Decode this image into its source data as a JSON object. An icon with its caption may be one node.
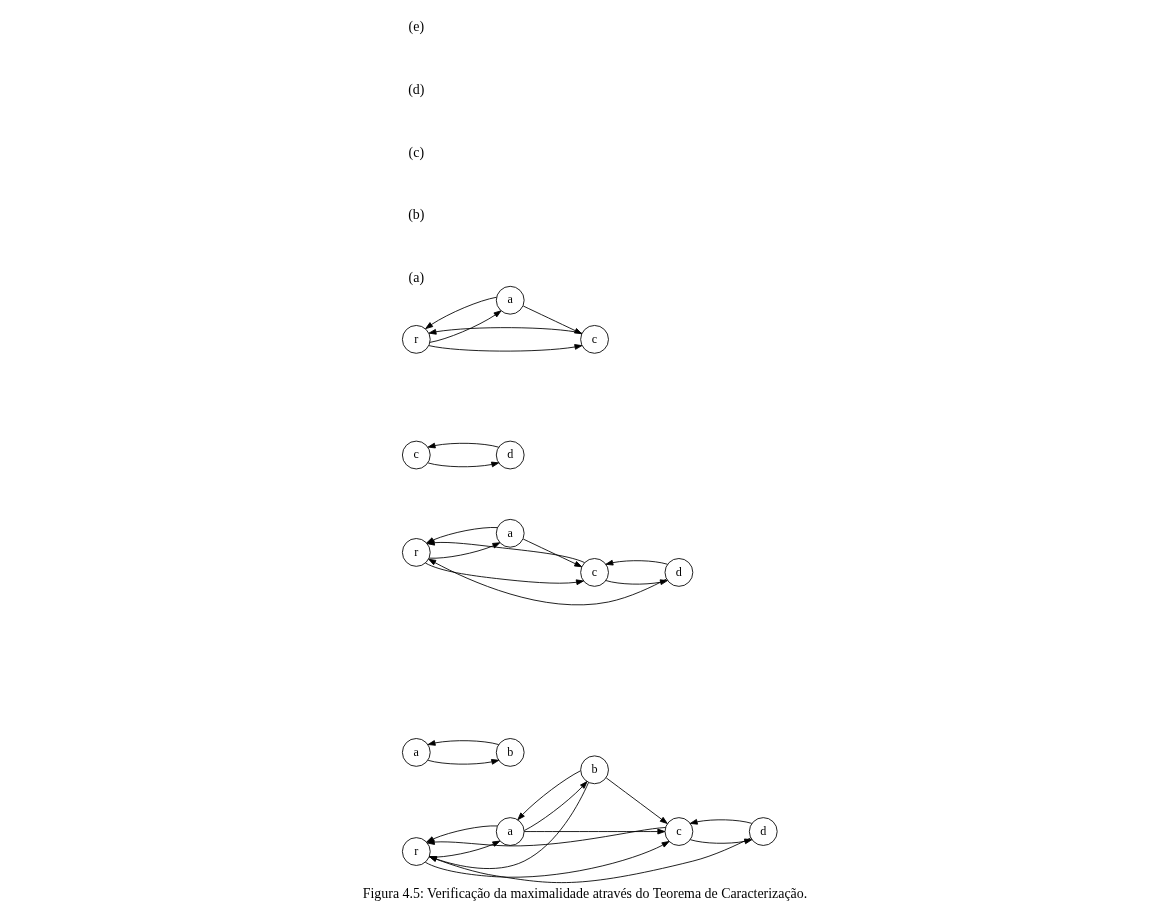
{
  "diagram": {
    "caption": "Figura 4.5: Verificação da maximalidade através do Teorema de Caracterização.",
    "nodes": [
      {
        "text": [
          "r"
        ]
      },
      {
        "text": [
          "a"
        ]
      },
      {
        "text": [
          "b"
        ]
      },
      {
        "text": [
          "c"
        ]
      },
      {
        "text": [
          "d"
        ]
      },
      {
        "text": [
          "a"
        ]
      },
      {
        "text": [
          "b"
        ]
      },
      {
        "text": [
          "r"
        ]
      },
      {
        "text": [
          "a"
        ]
      },
      {
        "text": [
          "c"
        ]
      },
      {
        "text": [
          "d"
        ]
      },
      {
        "text": [
          "c"
        ]
      },
      {
        "text": [
          "d"
        ]
      },
      {
        "text": [
          "r"
        ]
      },
      {
        "text": [
          "a"
        ]
      },
      {
        "text": [
          "c"
        ]
      }
    ],
    "edges": [
      {
        "from": 0,
        "to": 1,
        "arrow": "to"
      },
      {
        "from": 1,
        "to": 2,
        "arrow": "to"
      },
      {
        "from": 2,
        "to": 3,
        "arrow": "to"
      },
      {
        "from": 3,
        "to": 4,
        "arrow": "to"
      },
      {
        "from": 0,
        "to": 3,
        "arrow": "to"
      },
      {
        "from": 1,
        "to": 3,
        "arrow": "to"
      },
      {
        "from": 1,
        "to": 0,
        "arrow": "to"
      },
      {
        "from": 2,
        "to": 1,
        "arrow": "to"
      },
      {
        "from": 2,
        "to": 0,
        "arrow": "to"
      },
      {
        "from": 3,
        "to": 0,
        "arrow": "to"
      },
      {
        "from": 4,
        "to": 3,
        "arrow": "to"
      },
      {
        "from": 4,
        "to": 0,
        "arrow": "to"
      },
      {
        "from": 5,
        "to": 6,
        "arrow": "to"
      },
      {
        "from": 6,
        "to": 5,
        "arrow": "to"
      },
      {
        "from": 7,
        "to": 8,
        "arrow": "to"
      },
      {
        "from": 8,
        "to": 9,
        "arrow": "to"
      },
      {
        "from": 9,
        "to": 10,
        "arrow": "to"
      },
      {
        "from": 7,
        "to": 9,
        "arrow": "to"
      },
      {
        "from": 8,
        "to": 7,
        "arrow": "to"
      },
      {
        "from": 9,
        "to": 7,
        "arrow": "to"
      },
      {
        "from": 10,
        "to": 9,
        "arrow": "to"
      },
      {
        "from": 10,
        "to": 7,
        "arrow": "to"
      },
      {
        "from": 11,
        "to": 12,
        "arrow": "to"
      },
      {
        "from": 12,
        "to": 11,
        "arrow": "to"
      },
      {
        "from": 13,
        "to": 14,
        "arrow": "to"
      },
      {
        "from": 14,
        "to": 15,
        "arrow": "to"
      },
      {
        "from": 13,
        "to": 15,
        "arrow": "to"
      },
      {
        "from": 14,
        "to": 13,
        "arrow": "to"
      },
      {
        "from": 15,
        "to": 13,
        "arrow": "to"
      }
    ],
    "labels": [
      "(a)",
      "(b)",
      "(c)",
      "(d)",
      "(e)"
    ]
  }
}
